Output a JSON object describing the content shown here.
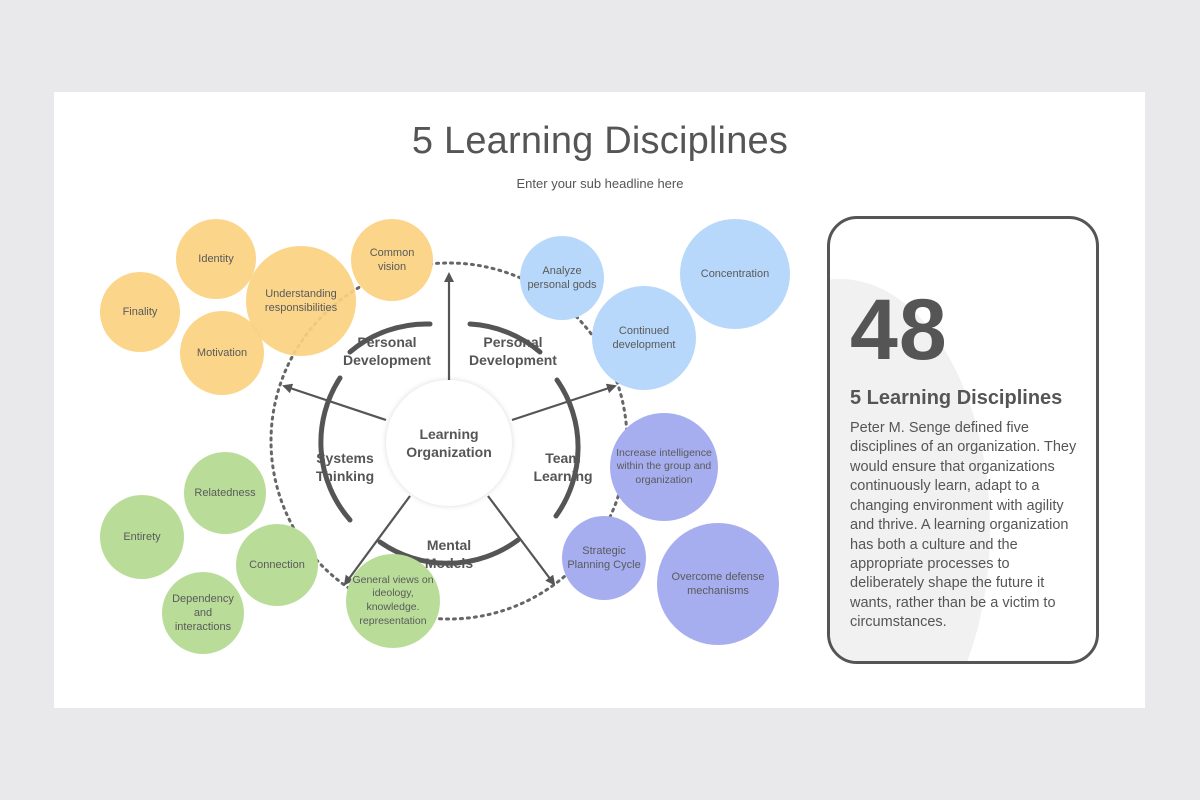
{
  "title": "5 Learning Disciplines",
  "subtitle": "Enter your sub headline here",
  "center": {
    "line1": "Learning",
    "line2": "Organization"
  },
  "segments": {
    "personal_left": {
      "line1": "Personal",
      "line2": "Development"
    },
    "personal_right": {
      "line1": "Personal",
      "line2": "Development"
    },
    "systems": {
      "line1": "Systems",
      "line2": "Thinking"
    },
    "team": {
      "line1": "Team",
      "line2": "Learning"
    },
    "mental": {
      "line1": "Mental",
      "line2": "Models"
    }
  },
  "bubbles": {
    "identity": "Identity",
    "finality": "Finality",
    "motivation": "Motivation",
    "understanding": "Understanding responsibilities",
    "common_vision": "Common vision",
    "analyze": "Analyze personal gods",
    "concentration": "Concentration",
    "continued": "Continued development",
    "increase": "Increase intelligence within the group and organization",
    "strategic": "Strategic Planning Cycle",
    "overcome": "Overcome defense mechanisms",
    "general_views": "General views on ideology, knowledge. representation",
    "relatedness": "Relatedness",
    "entirety": "Entirety",
    "connection": "Connection",
    "dependency": "Dependency and interactions"
  },
  "card": {
    "number": "48",
    "title": "5 Learning Disciplines",
    "body": "Peter M. Senge defined five disciplines of an organization. They would ensure that organizations continuously learn, adapt to a changing environment with agility and thrive. A learning organization has both a culture and the appropriate processes to deliberately shape the future it wants, rather than be a victim to circumstances."
  },
  "colors": {
    "orange": "#fbd58a",
    "blue": "#b7d8fb",
    "purple": "#a6aef0",
    "green": "#b9dd99",
    "text": "#555555"
  }
}
